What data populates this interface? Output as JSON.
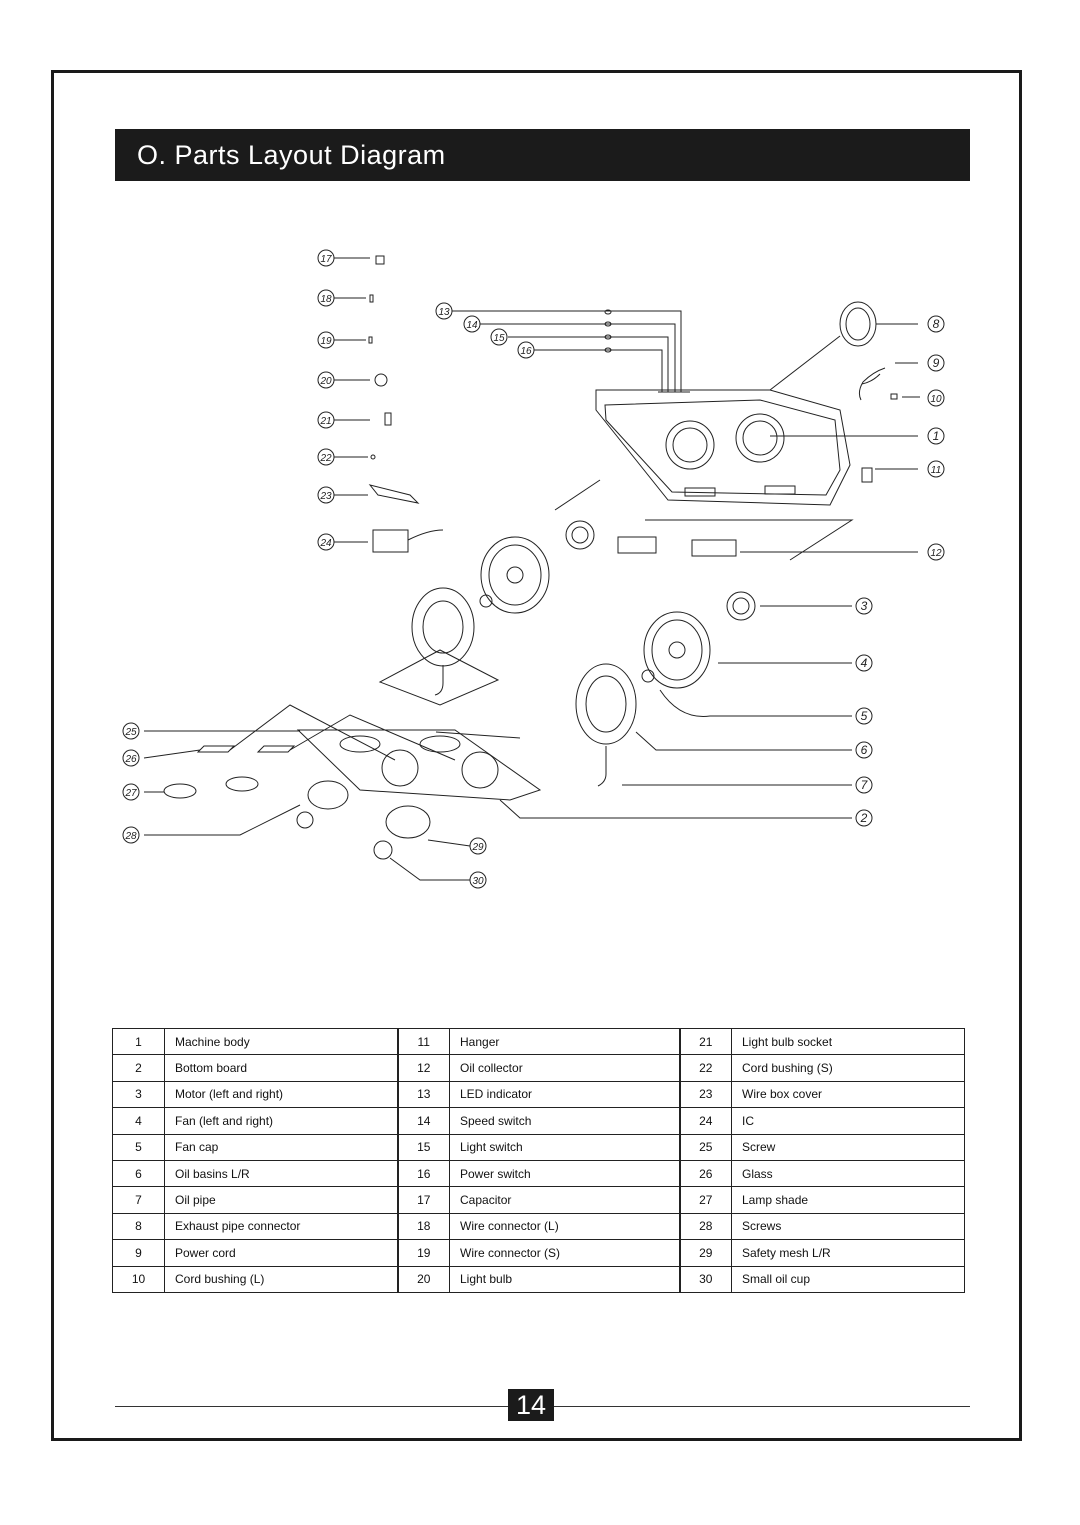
{
  "header": {
    "title": "O. Parts Layout Diagram"
  },
  "diagram": {
    "callouts": [
      "1",
      "2",
      "3",
      "4",
      "5",
      "6",
      "7",
      "8",
      "9",
      "10",
      "11",
      "12",
      "13",
      "14",
      "15",
      "16",
      "17",
      "18",
      "19",
      "20",
      "21",
      "22",
      "23",
      "24",
      "25",
      "26",
      "27",
      "28",
      "29",
      "30"
    ]
  },
  "parts_table": {
    "rows": [
      [
        {
          "num": "1",
          "name": "Machine body"
        },
        {
          "num": "11",
          "name": "Hanger"
        },
        {
          "num": "21",
          "name": "Light bulb socket"
        }
      ],
      [
        {
          "num": "2",
          "name": "Bottom board"
        },
        {
          "num": "12",
          "name": "Oil collector"
        },
        {
          "num": "22",
          "name": "Cord bushing (S)"
        }
      ],
      [
        {
          "num": "3",
          "name": "Motor (left and right)"
        },
        {
          "num": "13",
          "name": "LED indicator"
        },
        {
          "num": "23",
          "name": "Wire box cover"
        }
      ],
      [
        {
          "num": "4",
          "name": "Fan (left and right)"
        },
        {
          "num": "14",
          "name": "Speed switch"
        },
        {
          "num": "24",
          "name": "IC"
        }
      ],
      [
        {
          "num": "5",
          "name": "Fan cap"
        },
        {
          "num": "15",
          "name": "Light switch"
        },
        {
          "num": "25",
          "name": "Screw"
        }
      ],
      [
        {
          "num": "6",
          "name": "Oil basins L/R"
        },
        {
          "num": "16",
          "name": "Power switch"
        },
        {
          "num": "26",
          "name": "Glass"
        }
      ],
      [
        {
          "num": "7",
          "name": "Oil pipe"
        },
        {
          "num": "17",
          "name": "Capacitor"
        },
        {
          "num": "27",
          "name": "Lamp shade"
        }
      ],
      [
        {
          "num": "8",
          "name": "Exhaust pipe connector"
        },
        {
          "num": "18",
          "name": "Wire connector (L)"
        },
        {
          "num": "28",
          "name": "Screws"
        }
      ],
      [
        {
          "num": "9",
          "name": "Power cord"
        },
        {
          "num": "19",
          "name": "Wire connector (S)"
        },
        {
          "num": "29",
          "name": "Safety mesh L/R"
        }
      ],
      [
        {
          "num": "10",
          "name": "Cord bushing (L)"
        },
        {
          "num": "20",
          "name": "Light bulb"
        },
        {
          "num": "30",
          "name": "Small oil cup"
        }
      ]
    ]
  },
  "footer": {
    "page_number": "14"
  }
}
